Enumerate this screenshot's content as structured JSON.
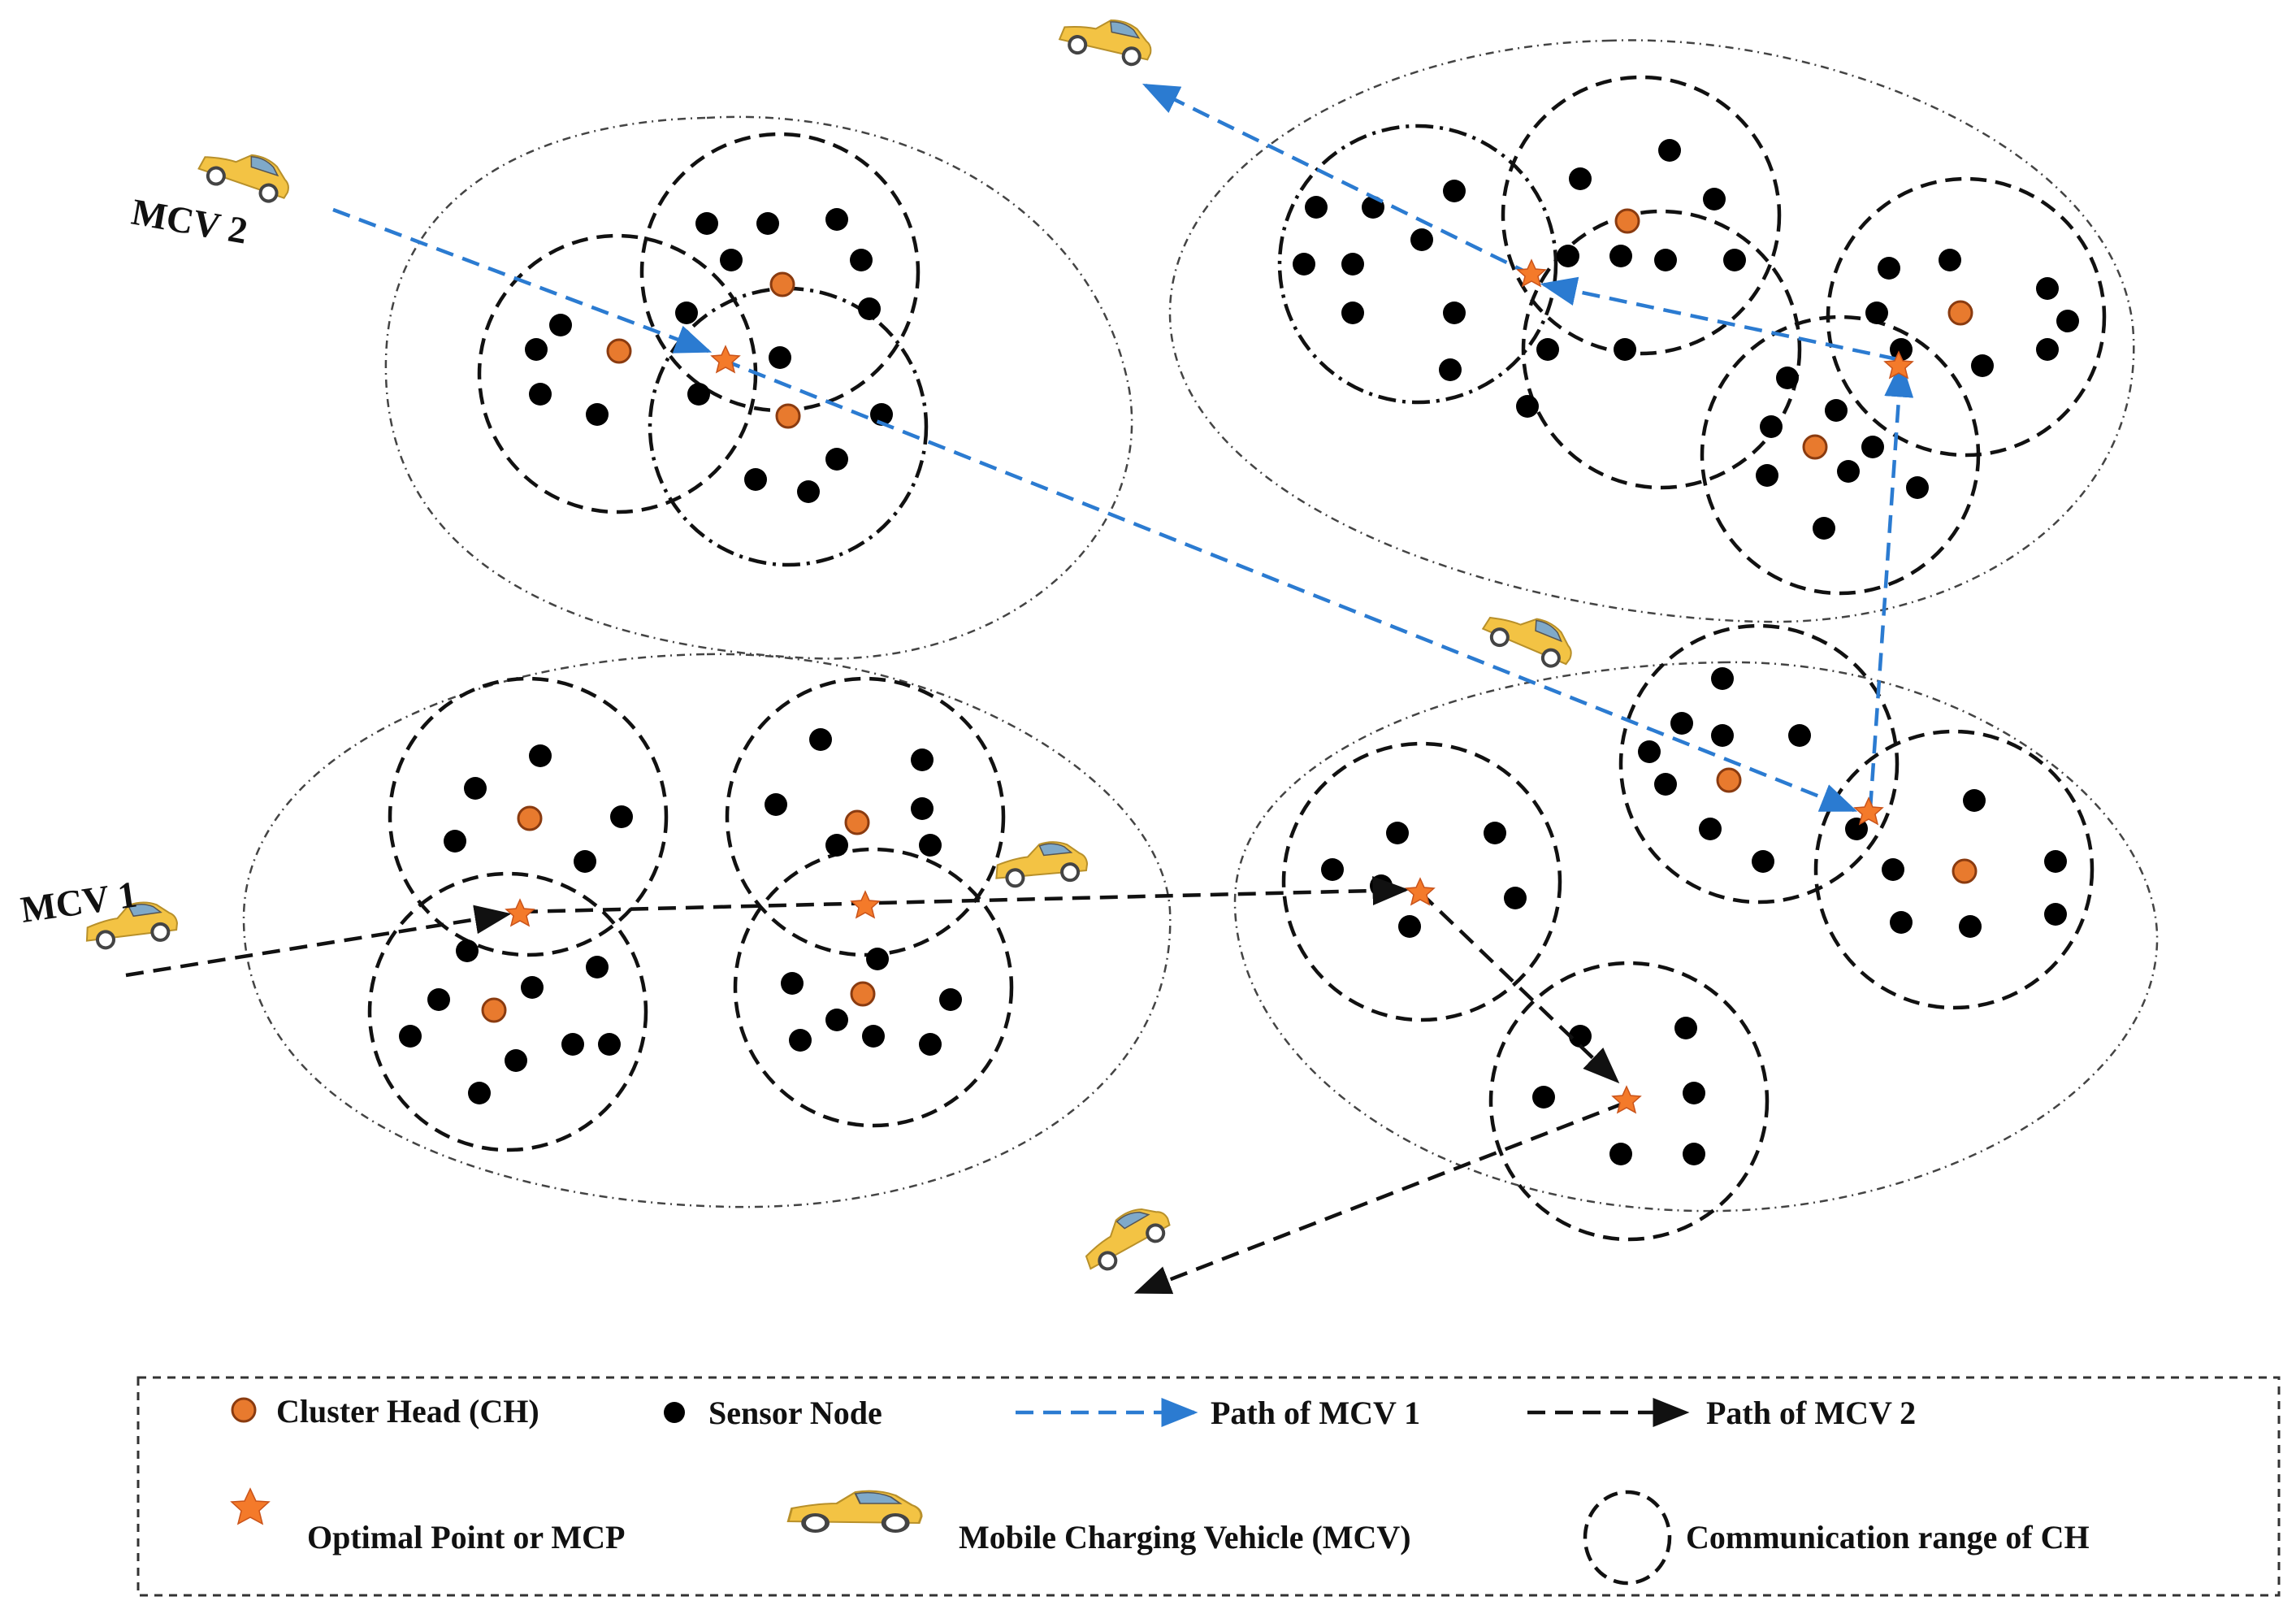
{
  "labels": {
    "mcv1": "MCV 1",
    "mcv2": "MCV 2"
  },
  "legend": {
    "cluster_head": "Cluster Head (CH)",
    "sensor_node": "Sensor Node",
    "path_mcv1": "Path of MCV 1",
    "path_mcv2": "Path of MCV 2",
    "optimal_point": "Optimal Point or MCP",
    "mcv": "Mobile Charging Vehicle (MCV)",
    "comm_range": "Communication range of CH"
  },
  "colors": {
    "cluster_head": "#e87a2e",
    "sensor_node": "#000000",
    "path_blue": "#2b7bd1",
    "path_black": "#111111",
    "star": "#f47a2a",
    "car_body": "#f3c344"
  }
}
